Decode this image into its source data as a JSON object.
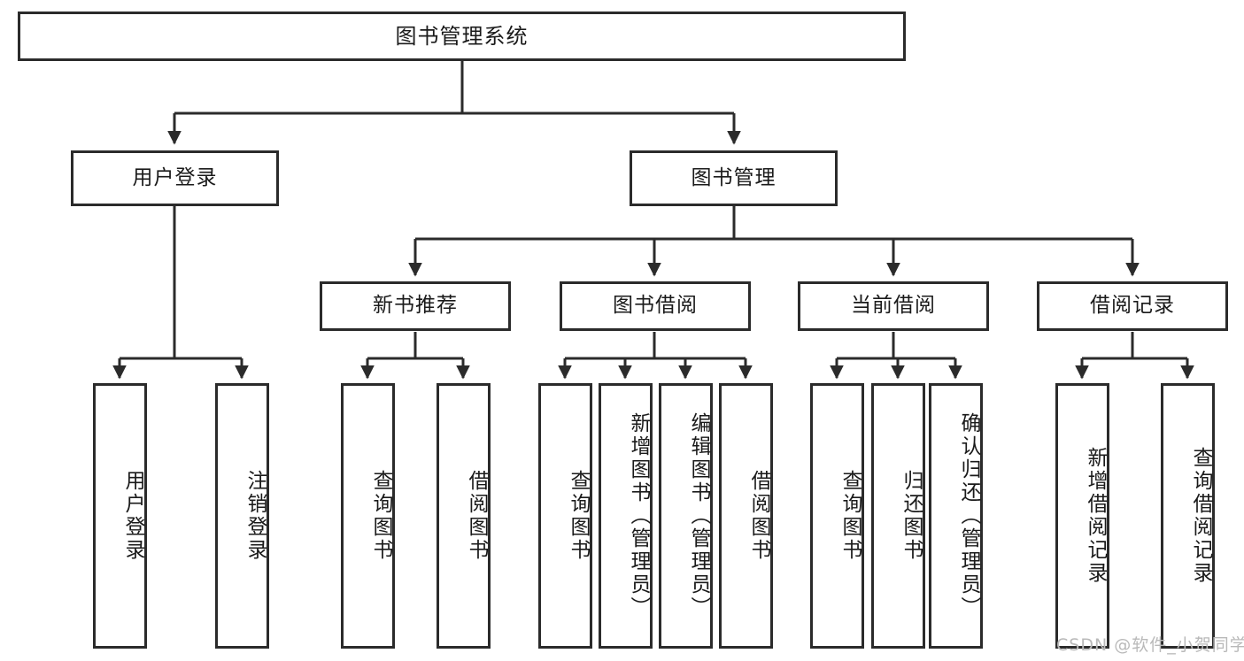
{
  "diagram": {
    "title": "图书管理系统",
    "type": "tree-structure-chart",
    "watermark": "CSDN @软件_小贺同学",
    "colors": {
      "border": "#2b2b2b",
      "background": "#ffffff",
      "text": "#1a1a1a",
      "watermark": "#b9b9b9"
    },
    "root": {
      "label": "图书管理系统"
    },
    "level2": [
      {
        "label": "用户登录"
      },
      {
        "label": "图书管理"
      }
    ],
    "level3": [
      {
        "label": "新书推荐"
      },
      {
        "label": "图书借阅"
      },
      {
        "label": "当前借阅"
      },
      {
        "label": "借阅记录"
      }
    ],
    "leaves": {
      "user_login": [
        {
          "label": "用户登录"
        },
        {
          "label": "注销登录"
        }
      ],
      "new_book_recommend": [
        {
          "label": "查询图书"
        },
        {
          "label": "借阅图书"
        }
      ],
      "book_borrow": [
        {
          "label": "查询图书"
        },
        {
          "label": "新增图书（管理员）"
        },
        {
          "label": "编辑图书（管理员）"
        },
        {
          "label": "借阅图书"
        }
      ],
      "current_borrow": [
        {
          "label": "查询图书"
        },
        {
          "label": "归还图书"
        },
        {
          "label": "确认归还（管理员）"
        }
      ],
      "borrow_record": [
        {
          "label": "新增借阅记录"
        },
        {
          "label": "查询借阅记录"
        }
      ]
    }
  }
}
